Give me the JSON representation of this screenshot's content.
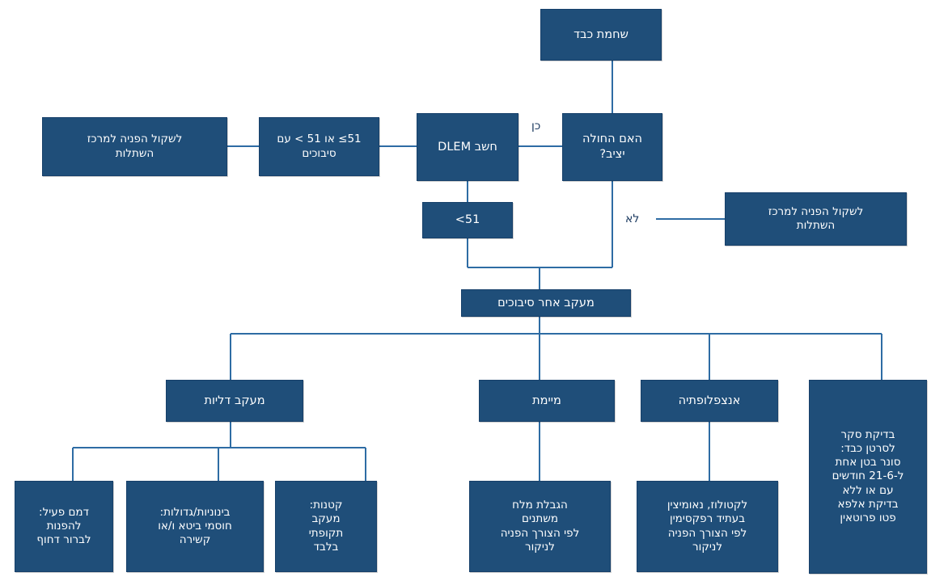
{
  "diagram": {
    "title": "טיפול בשחמת כבד",
    "direction": "rtl",
    "colors": {
      "node_fill": "#1f4e79",
      "node_border": "#17406a",
      "node_text": "#ffffff",
      "connector": "#2e6ca4",
      "label_text": "#17365d",
      "background": "#ffffff"
    }
  },
  "nodes": {
    "root": "שחמת כבד",
    "stable_question": "האם החולה\nיציב?",
    "meld": "חשב MELD",
    "meld_high": "15≥ או 15 > עם\nסיבוכים",
    "meld_low": "15>",
    "referral_high": "לשקול הפניה למרכז\nהשתלות",
    "referral_unstable": "לשקול הפניה למרכז\nהשתלות",
    "complication_followup": "מעקב אחר סיבוכים",
    "varices": "מעקב דליות",
    "ascites": "מיימת",
    "encephalopathy": "אנצפלופתיה",
    "cancer_screening": "בדיקת סקר\nלסרטן כבד:\nסונר בטן אחת\nל-6-12 חודשים\nעם או ללא\nבדיקת אלפא\nפטו פרוטאין",
    "varices_active_bleed": "דמם פעיל:\nלהפנות\nלברור דחוף",
    "varices_medium_large": "בינוניות/גדולות:\nחוסמי ביטא ו/או\nקשירה",
    "varices_small": "קטנות:\nמעקב\nתקופתי\nבלבד",
    "ascites_treatment": "הגבלת מלח\nמשתנים\nלפי הצורך הפניה\nלניקור",
    "encephalopathy_treatment": "לקטולוז, נאומיצין\nבעתיד רפקסימין\nלפי הצורך הפניה\nלניקור"
  },
  "edge_labels": {
    "yes": "כן",
    "no": "לא"
  }
}
